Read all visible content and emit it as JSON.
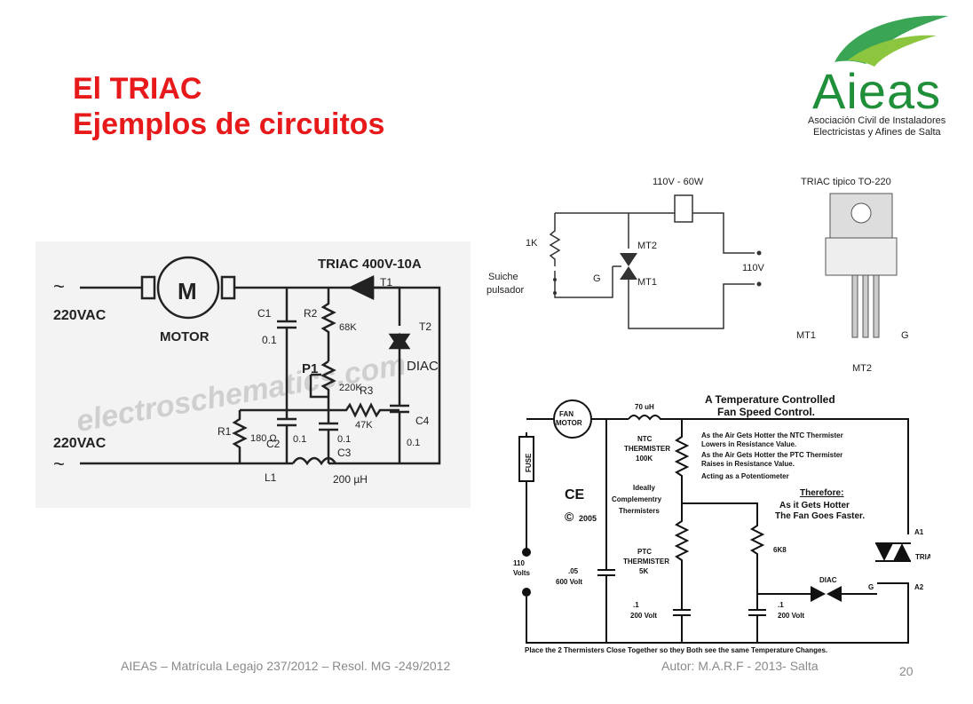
{
  "slide": {
    "title_line1": "El TRIAC",
    "title_line2": "Ejemplos de circuitos",
    "footer_left": "AIEAS – Matrícula Legajo 237/2012 – Resol. MG -249/2012",
    "footer_right": "Autor: M.A.R.F - 2013- Salta",
    "page_number": "20"
  },
  "logo": {
    "name": "Aieas",
    "subtitle_line1": "Asociación Civil de Instaladores",
    "subtitle_line2": "Electricistas y Afines de Salta",
    "color": "#1f8f3a"
  },
  "motor_circuit": {
    "triac": "TRIAC 400V-10A",
    "t1": "T1",
    "t2": "T2",
    "diac": "DIAC",
    "motor_letter": "M",
    "motor": "MOTOR",
    "vac_top": "220VAC",
    "vac_bottom": "220VAC",
    "watermark": "electroschematics.com",
    "c1": "C1",
    "c1_val": "0.1",
    "r2": "R2",
    "r2_val": "68K",
    "p1": "P1",
    "p1_val": "220K",
    "r3": "R3",
    "r3_val": "47K",
    "r1": "R1",
    "r1_val": "180 Ω",
    "c2": "C2",
    "c2_val": "0.1",
    "c3": "C3",
    "c3_val": "0.1",
    "c4": "C4",
    "c4_val": "0.1",
    "l1": "L1",
    "l1_val": "200 µH"
  },
  "switch_circuit": {
    "lamp": "110V - 60W",
    "r": "1K",
    "switch_line1": "Suiche",
    "switch_line2": "pulsador",
    "g": "G",
    "mt2": "MT2",
    "mt1": "MT1",
    "supply": "110V",
    "package_title": "TRIAC tipico TO-220",
    "pkg_mt1": "MT1",
    "pkg_g": "G",
    "pkg_mt2": "MT2"
  },
  "temp_circuit": {
    "title_line1": "A Temperature Controlled",
    "title_line2": "Fan Speed Control.",
    "fan_line1": "FAN",
    "fan_line2": "MOTOR",
    "inductor": "70 uH",
    "fuse": "FUSE",
    "ntc_line1": "NTC",
    "ntc_line2": "THERMISTER",
    "ntc_line3": "100K",
    "ideal_line1": "Ideally",
    "ideal_line2": "Complementry",
    "ideal_line3": "Thermisters",
    "ptc_line1": "PTC",
    "ptc_line2": "THERMISTER",
    "ptc_line3": "5K",
    "note1_line1": "As the Air Gets Hotter the NTC Thermister",
    "note1_line2": "Lowers in Resistance Value.",
    "note2_line1": "As the Air Gets Hotter the PTC Thermister",
    "note2_line2": "Raises in Resistance Value.",
    "note3": "Acting as a Potentiometer",
    "therefore": "Therefore:",
    "result_line1": "As it Gets Hotter",
    "result_line2": "The Fan Goes Faster.",
    "ce": "CE",
    "year": "2005",
    "volts_line1": "110",
    "volts_line2": "Volts",
    "cap1_line1": ".05",
    "cap1_line2": "600 Volt",
    "cap2_line1": ".1",
    "cap2_line2": "200 Volt",
    "cap3_line1": ".1",
    "cap3_line2": "200 Volt",
    "r6k8": "6K8",
    "diac": "DIAC",
    "g": "G",
    "a1": "A1",
    "a2": "A2",
    "triac": "TRIAC",
    "bottom_note": "Place the 2 Thermisters Close Together so they Both see the same Temperature Changes."
  }
}
